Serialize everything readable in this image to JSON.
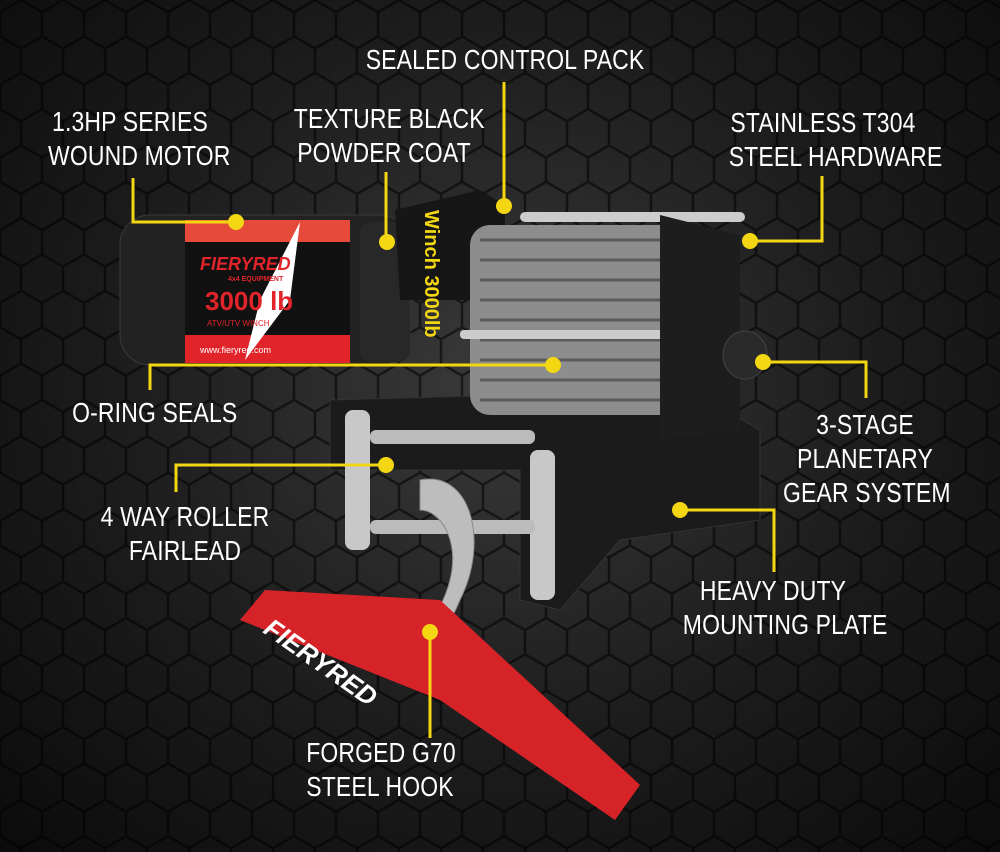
{
  "callouts": {
    "motor": [
      "1.3HP SERIES",
      "WOUND MOTOR"
    ],
    "coat": [
      "TEXTURE BLACK",
      "POWDER COAT"
    ],
    "control": [
      "SEALED CONTROL PACK"
    ],
    "hardware": [
      "STAINLESS T304",
      "STEEL HARDWARE"
    ],
    "seals": [
      "O-RING SEALS"
    ],
    "gear": [
      "3-STAGE",
      "PLANETARY",
      "GEAR SYSTEM"
    ],
    "fairlead": [
      "4 WAY ROLLER",
      "FAIRLEAD"
    ],
    "plate": [
      "HEAVY DUTY",
      "MOUNTING PLATE"
    ],
    "hook": [
      "FORGED G70",
      "STEEL HOOK"
    ]
  },
  "product_label": {
    "brand": "FIERYRED",
    "sub": "4x4 EQUIPMENT",
    "capacity": "3000 lb",
    "type": "ATV/UTV WINCH",
    "url": "www.fieryred.com",
    "control_pack": "Winch 3000lb",
    "strap_brand": "FIERYRED"
  },
  "colors": {
    "accent": "#f3d713",
    "brand_red": "#e0242a",
    "background": "#1a1a1a"
  }
}
